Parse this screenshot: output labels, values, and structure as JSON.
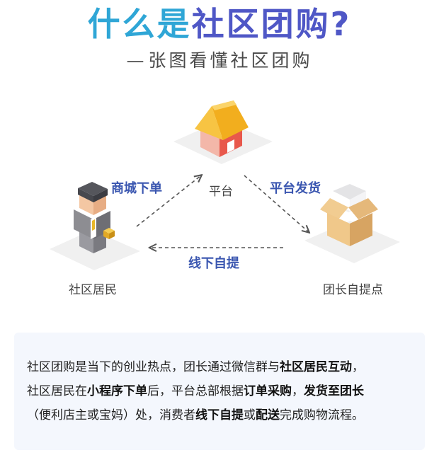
{
  "title": {
    "part1": "什么是",
    "part2": "社区团购?"
  },
  "subtitle": {
    "dash": "—",
    "text": "张图看懂社区团购"
  },
  "diagram": {
    "nodes": {
      "platform": "平台",
      "resident": "社区居民",
      "leader_pickup": "团长自提点"
    },
    "edges": {
      "mall_order": "商城下单",
      "platform_ship": "平台发货",
      "offline_pickup": "线下自提"
    }
  },
  "description": {
    "line1": [
      {
        "text": "社区团购是当下的创业热点，团长通过微信群与",
        "bold": false
      },
      {
        "text": "社区居民互动",
        "bold": true
      },
      {
        "text": "，",
        "bold": false
      }
    ],
    "line2": [
      {
        "text": "社区居民在",
        "bold": false
      },
      {
        "text": "小程序下单",
        "bold": true
      },
      {
        "text": "后，平台总部根据",
        "bold": false
      },
      {
        "text": "订单采购",
        "bold": true
      },
      {
        "text": "，",
        "bold": false
      },
      {
        "text": "发货至团长",
        "bold": true
      }
    ],
    "line3": [
      {
        "text": "（便利店主或宝妈）处，消费者",
        "bold": false
      },
      {
        "text": "线下自提",
        "bold": true
      },
      {
        "text": "或",
        "bold": false
      },
      {
        "text": "配送",
        "bold": true
      },
      {
        "text": "完成购物流程。",
        "bold": false
      }
    ]
  },
  "colors": {
    "title_cyan": "#2fa6d6",
    "title_indigo": "#4f57c6",
    "edge_label_blue": "#3a56b0",
    "box_background": "#f4f7fd"
  }
}
